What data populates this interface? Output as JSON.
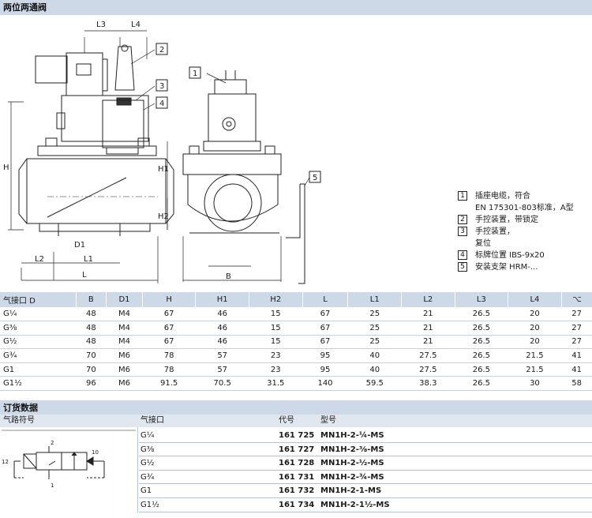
{
  "section1_title": "两位两通阀",
  "callouts": [
    {
      "num": "1",
      "text": "插座电缆，符合",
      "cont": "EN 175301-803标准，A型"
    },
    {
      "num": "2",
      "text": "手控装置，带锁定",
      "cont": ""
    },
    {
      "num": "3",
      "text": "手控装置，",
      "cont": "复位"
    },
    {
      "num": "4",
      "text": "标牌位置 IBS-9x20",
      "cont": ""
    },
    {
      "num": "5",
      "text": "安装支架 HRM-...",
      "cont": ""
    }
  ],
  "drawing_labels": {
    "L3": "L3",
    "L4": "L4",
    "H": "H",
    "H1": "H1",
    "H2": "H2",
    "D1": "D1",
    "L2": "L2",
    "L1": "L1",
    "L": "L",
    "B": "B",
    "n1": "1",
    "n2": "2",
    "n3": "3",
    "n4": "4",
    "n5": "5"
  },
  "dim_table": {
    "headers": [
      "气接口 D",
      "B",
      "D1",
      "H",
      "H1",
      "H2",
      "L",
      "L1",
      "L2",
      "L3",
      "L4",
      "⌥"
    ],
    "rows": [
      [
        "G¼",
        "48",
        "M4",
        "67",
        "46",
        "15",
        "67",
        "25",
        "21",
        "26.5",
        "20",
        "27"
      ],
      [
        "G⅜",
        "48",
        "M4",
        "67",
        "46",
        "15",
        "67",
        "25",
        "21",
        "26.5",
        "20",
        "27"
      ],
      [
        "G½",
        "48",
        "M4",
        "67",
        "46",
        "15",
        "67",
        "25",
        "21",
        "26.5",
        "20",
        "27"
      ],
      [
        "G¾",
        "70",
        "M6",
        "78",
        "57",
        "23",
        "95",
        "40",
        "27.5",
        "26.5",
        "21.5",
        "41"
      ],
      [
        "G1",
        "70",
        "M6",
        "78",
        "57",
        "23",
        "95",
        "40",
        "27.5",
        "26.5",
        "21.5",
        "41"
      ],
      [
        "G1½",
        "96",
        "M6",
        "91.5",
        "70.5",
        "31.5",
        "140",
        "59.5",
        "38.3",
        "26.5",
        "30",
        "58"
      ]
    ]
  },
  "section2_title": "订货数据",
  "order_headers": {
    "symbol": "气路符号",
    "port": "气接口",
    "code": "代号",
    "model": "型号"
  },
  "order_rows": [
    {
      "port": "G¼",
      "code": "161 725",
      "model": "MN1H-2-¼-MS"
    },
    {
      "port": "G⅜",
      "code": "161 727",
      "model": "MN1H-2-⅜-MS"
    },
    {
      "port": "G½",
      "code": "161 728",
      "model": "MN1H-2-½-MS"
    },
    {
      "port": "G¾",
      "code": "161 731",
      "model": "MN1H-2-¾-MS"
    },
    {
      "port": "G1",
      "code": "161 732",
      "model": "MN1H-2-1-MS"
    },
    {
      "port": "G1½",
      "code": "161 734",
      "model": "MN1H-2-1½-MS"
    }
  ],
  "symbol_ports": {
    "p2": "2",
    "p12": "12",
    "p10": "10",
    "p1": "1"
  }
}
